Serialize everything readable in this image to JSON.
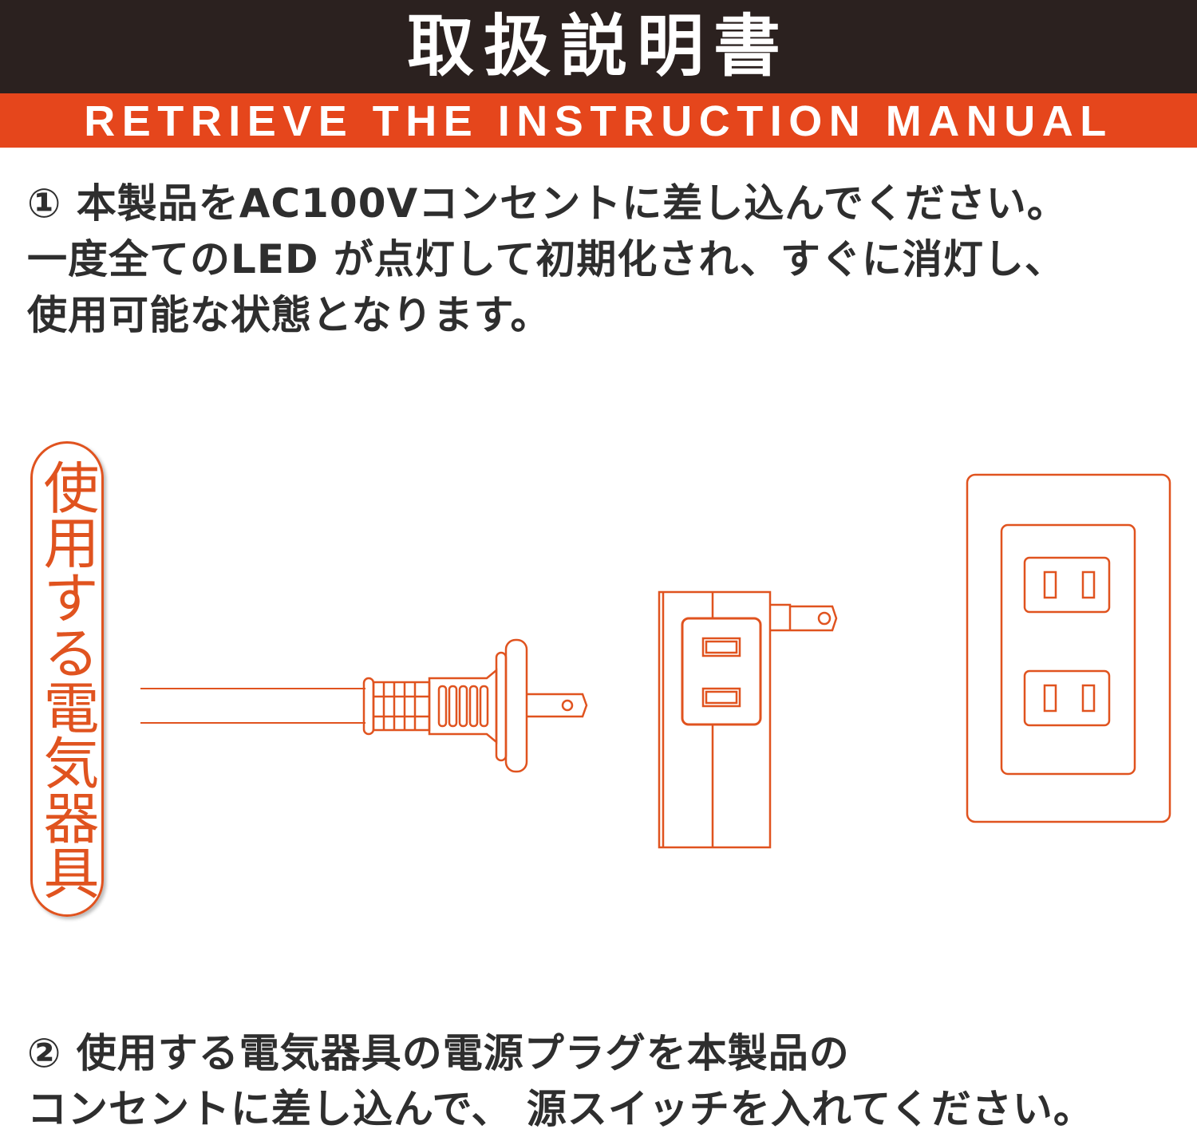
{
  "header": {
    "title": "取扱説明書",
    "subtitle": "RETRIEVE THE INSTRUCTION MANUAL"
  },
  "step1": {
    "lines": [
      "① 本製品をAC100Vコンセントに差し込んでください。",
      "一度全てのLED が点灯して初期化され、すぐに消灯し、",
      "使用可能な状態となります。"
    ]
  },
  "illustration": {
    "label": "使用する電気器具",
    "line_color": "#e0531f"
  },
  "step2": {
    "lines": [
      "② 使用する電気器具の電源プラグを本製品の",
      "コンセントに差し込んで、 源スイッチを入れてください。"
    ]
  }
}
